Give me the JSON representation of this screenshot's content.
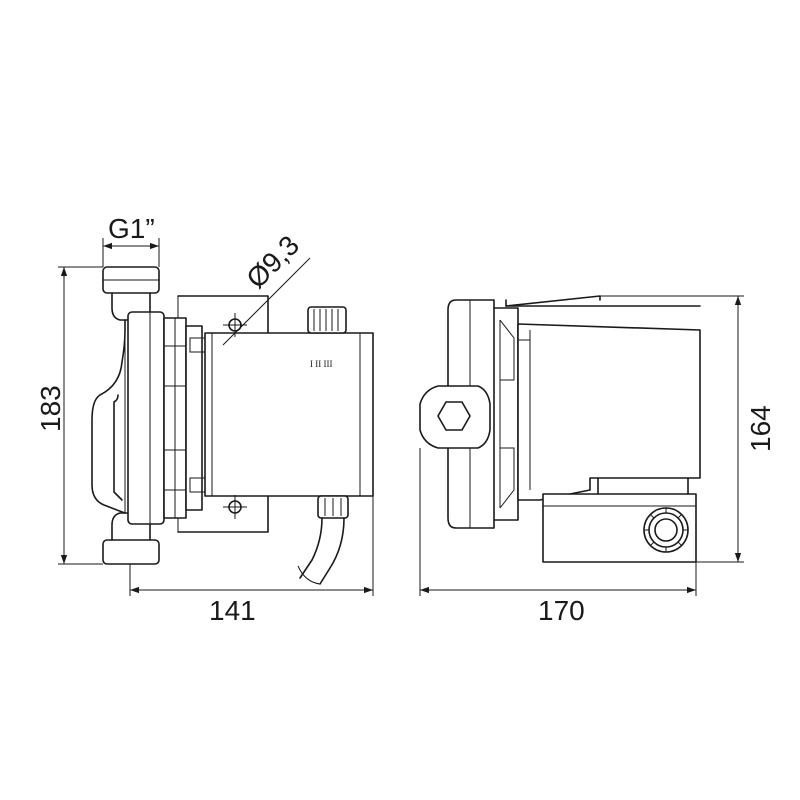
{
  "dimensions": {
    "thread": "G1”",
    "hole_diameter": "Ø9,3",
    "height_front": "183",
    "length_front": "141",
    "height_side": "164",
    "length_side": "170"
  },
  "speed_switch": {
    "positions": "I  II  III"
  }
}
